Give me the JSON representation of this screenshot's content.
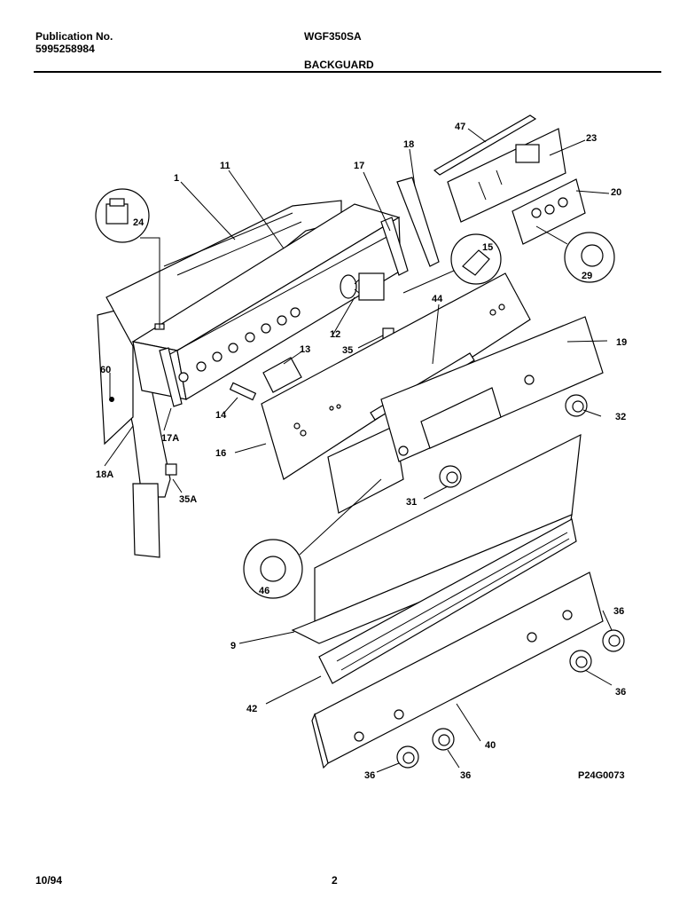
{
  "header": {
    "publication_label": "Publication No.",
    "publication_number": "5995258984",
    "model": "WGF350SA",
    "section": "BACKGUARD"
  },
  "footer": {
    "date": "10/94",
    "page": "2"
  },
  "diagram": {
    "drawing_code": "P24G0073",
    "callouts": {
      "c1": "1",
      "c11": "11",
      "c17": "17",
      "c18": "18",
      "c47": "47",
      "c23": "23",
      "c20": "20",
      "c24": "24",
      "c15": "15",
      "c29": "29",
      "c44": "44",
      "c12": "12",
      "c35": "35",
      "c19": "19",
      "c13": "13",
      "c60": "60",
      "c14": "14",
      "c32": "32",
      "c17a": "17A",
      "c16": "16",
      "c18a": "18A",
      "c35a": "35A",
      "c31": "31",
      "c46": "46",
      "c9": "9",
      "c36a": "36",
      "c36b": "36",
      "c42": "42",
      "c40": "40",
      "c36c": "36",
      "c36d": "36"
    }
  }
}
